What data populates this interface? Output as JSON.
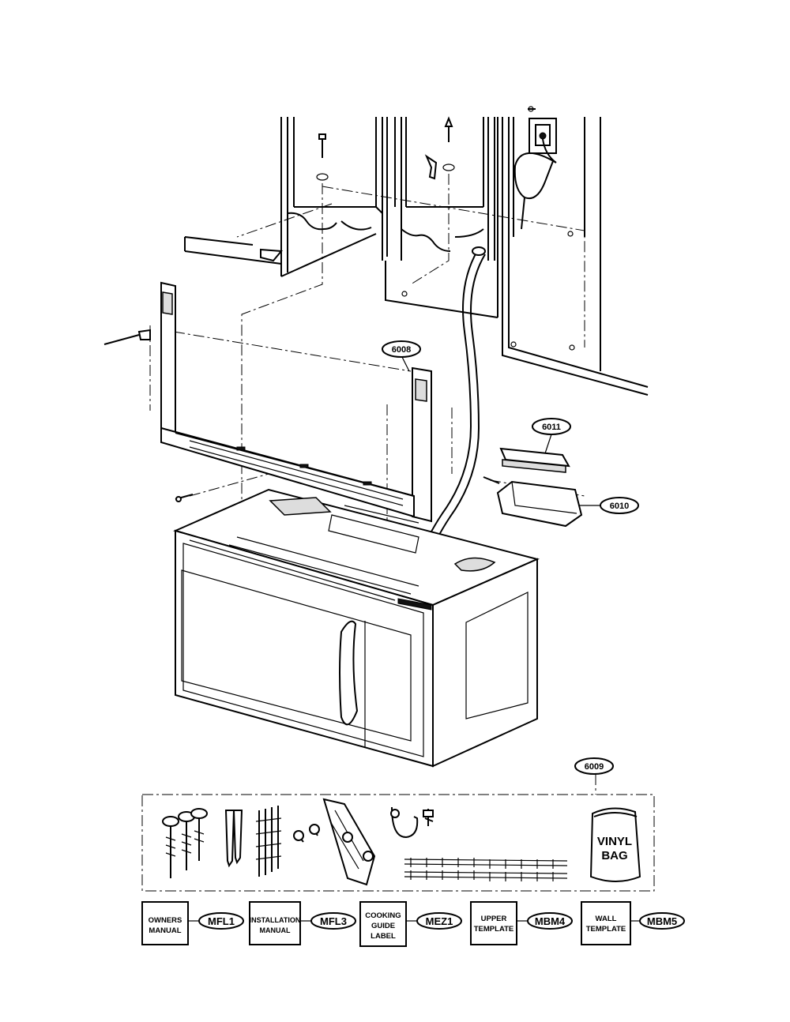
{
  "callouts": {
    "p6008": "6008",
    "p6011": "6011",
    "p6010": "6010",
    "p6009": "6009"
  },
  "kit": {
    "vinyl_bag_line1": "VINYL",
    "vinyl_bag_line2": "BAG"
  },
  "documents": [
    {
      "line1": "OWNERS",
      "line2": "MANUAL",
      "line3": "",
      "code": "MFL1"
    },
    {
      "line1": "INSTALLATION",
      "line2": "MANUAL",
      "line3": "",
      "code": "MFL3"
    },
    {
      "line1": "COOKING",
      "line2": "GUIDE",
      "line3": "LABEL",
      "code": "MEZ1"
    },
    {
      "line1": "UPPER",
      "line2": "TEMPLATE",
      "line3": "",
      "code": "MBM4"
    },
    {
      "line1": "WALL",
      "line2": "TEMPLATE",
      "line3": "",
      "code": "MBM5"
    }
  ]
}
